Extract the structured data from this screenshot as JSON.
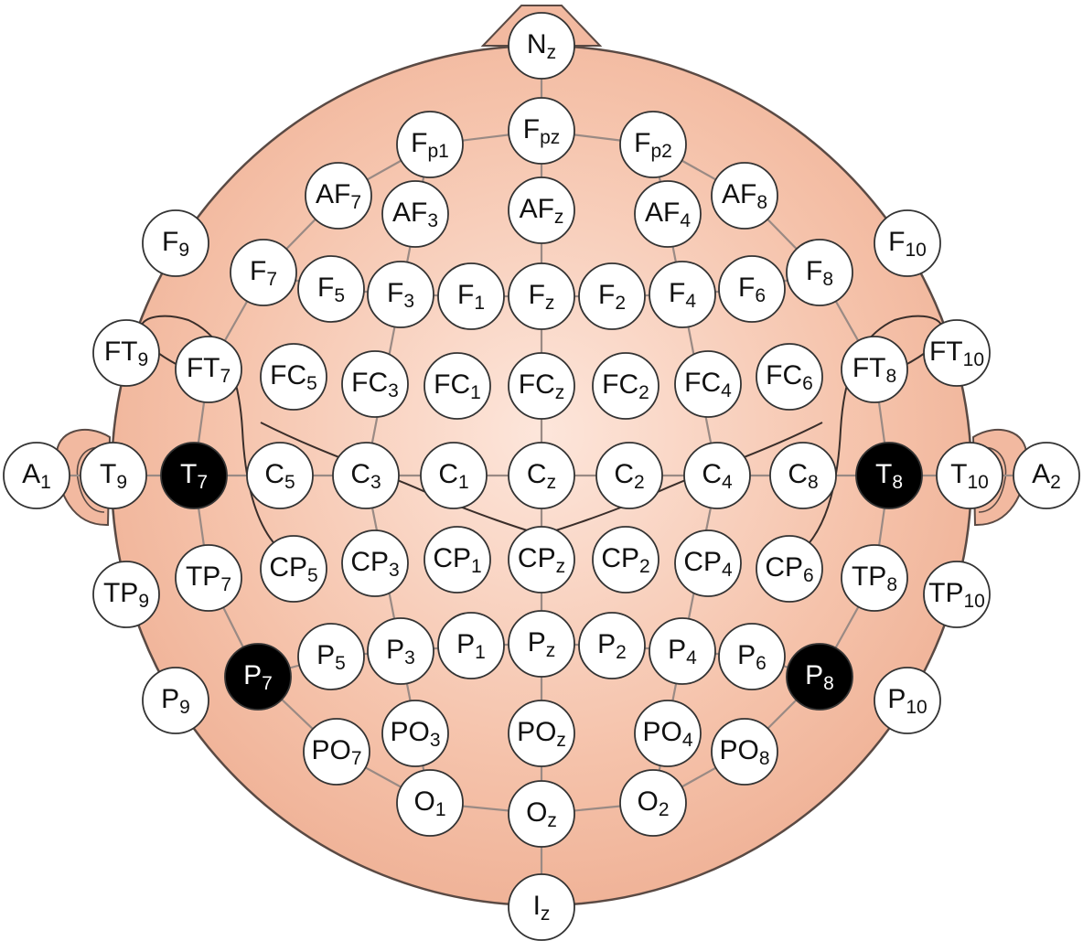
{
  "colors": {
    "head_fill": "#f2b9a0",
    "head_center": "#fde6db",
    "head_stroke": "#5a4a44",
    "line": "#9a8a84",
    "electrode_fill": "#ffffff",
    "electrode_stroke": "#333333",
    "highlight_fill": "#000000",
    "highlight_text": "#ffffff",
    "text": "#111111"
  },
  "electrodes": [
    {
      "id": "Nz",
      "main": "N",
      "sub": "z",
      "highlight": false
    },
    {
      "id": "Fpz",
      "main": "F",
      "sub": "pz",
      "highlight": false
    },
    {
      "id": "Fp1",
      "main": "F",
      "sub": "p1",
      "highlight": false
    },
    {
      "id": "Fp2",
      "main": "F",
      "sub": "p2",
      "highlight": false
    },
    {
      "id": "AF7",
      "main": "AF",
      "sub": "7",
      "highlight": false
    },
    {
      "id": "AF3",
      "main": "AF",
      "sub": "3",
      "highlight": false
    },
    {
      "id": "AFz",
      "main": "AF",
      "sub": "z",
      "highlight": false
    },
    {
      "id": "AF4",
      "main": "AF",
      "sub": "4",
      "highlight": false
    },
    {
      "id": "AF8",
      "main": "AF",
      "sub": "8",
      "highlight": false
    },
    {
      "id": "F9",
      "main": "F",
      "sub": "9",
      "highlight": false
    },
    {
      "id": "F7",
      "main": "F",
      "sub": "7",
      "highlight": false
    },
    {
      "id": "F5",
      "main": "F",
      "sub": "5",
      "highlight": false
    },
    {
      "id": "F3",
      "main": "F",
      "sub": "3",
      "highlight": false
    },
    {
      "id": "F1",
      "main": "F",
      "sub": "1",
      "highlight": false
    },
    {
      "id": "Fz",
      "main": "F",
      "sub": "z",
      "highlight": false
    },
    {
      "id": "F2",
      "main": "F",
      "sub": "2",
      "highlight": false
    },
    {
      "id": "F4",
      "main": "F",
      "sub": "4",
      "highlight": false
    },
    {
      "id": "F6",
      "main": "F",
      "sub": "6",
      "highlight": false
    },
    {
      "id": "F8",
      "main": "F",
      "sub": "8",
      "highlight": false
    },
    {
      "id": "F10",
      "main": "F",
      "sub": "10",
      "highlight": false
    },
    {
      "id": "FT9",
      "main": "FT",
      "sub": "9",
      "highlight": false
    },
    {
      "id": "FT7",
      "main": "FT",
      "sub": "7",
      "highlight": false
    },
    {
      "id": "FC5",
      "main": "FC",
      "sub": "5",
      "highlight": false
    },
    {
      "id": "FC3",
      "main": "FC",
      "sub": "3",
      "highlight": false
    },
    {
      "id": "FC1",
      "main": "FC",
      "sub": "1",
      "highlight": false
    },
    {
      "id": "FCz",
      "main": "FC",
      "sub": "z",
      "highlight": false
    },
    {
      "id": "FC2",
      "main": "FC",
      "sub": "2",
      "highlight": false
    },
    {
      "id": "FC4",
      "main": "FC",
      "sub": "4",
      "highlight": false
    },
    {
      "id": "FC6",
      "main": "FC",
      "sub": "6",
      "highlight": false
    },
    {
      "id": "FT8",
      "main": "FT",
      "sub": "8",
      "highlight": false
    },
    {
      "id": "FT10",
      "main": "FT",
      "sub": "10",
      "highlight": false
    },
    {
      "id": "A1",
      "main": "A",
      "sub": "1",
      "highlight": false
    },
    {
      "id": "T9",
      "main": "T",
      "sub": "9",
      "highlight": false
    },
    {
      "id": "T7",
      "main": "T",
      "sub": "7",
      "highlight": true
    },
    {
      "id": "C5",
      "main": "C",
      "sub": "5",
      "highlight": false
    },
    {
      "id": "C3",
      "main": "C",
      "sub": "3",
      "highlight": false
    },
    {
      "id": "C1",
      "main": "C",
      "sub": "1",
      "highlight": false
    },
    {
      "id": "Cz",
      "main": "C",
      "sub": "z",
      "highlight": false
    },
    {
      "id": "C2",
      "main": "C",
      "sub": "2",
      "highlight": false
    },
    {
      "id": "C4",
      "main": "C",
      "sub": "4",
      "highlight": false
    },
    {
      "id": "C8",
      "main": "C",
      "sub": "8",
      "highlight": false
    },
    {
      "id": "T8",
      "main": "T",
      "sub": "8",
      "highlight": true
    },
    {
      "id": "T10",
      "main": "T",
      "sub": "10",
      "highlight": false
    },
    {
      "id": "A2",
      "main": "A",
      "sub": "2",
      "highlight": false
    },
    {
      "id": "TP9",
      "main": "TP",
      "sub": "9",
      "highlight": false
    },
    {
      "id": "TP7",
      "main": "TP",
      "sub": "7",
      "highlight": false
    },
    {
      "id": "CP5",
      "main": "CP",
      "sub": "5",
      "highlight": false
    },
    {
      "id": "CP3",
      "main": "CP",
      "sub": "3",
      "highlight": false
    },
    {
      "id": "CP1",
      "main": "CP",
      "sub": "1",
      "highlight": false
    },
    {
      "id": "CPz",
      "main": "CP",
      "sub": "z",
      "highlight": false
    },
    {
      "id": "CP2",
      "main": "CP",
      "sub": "2",
      "highlight": false
    },
    {
      "id": "CP4",
      "main": "CP",
      "sub": "4",
      "highlight": false
    },
    {
      "id": "CP6",
      "main": "CP",
      "sub": "6",
      "highlight": false
    },
    {
      "id": "TP8",
      "main": "TP",
      "sub": "8",
      "highlight": false
    },
    {
      "id": "TP10",
      "main": "TP",
      "sub": "10",
      "highlight": false
    },
    {
      "id": "P7",
      "main": "P",
      "sub": "7",
      "highlight": true
    },
    {
      "id": "P5",
      "main": "P",
      "sub": "5",
      "highlight": false
    },
    {
      "id": "P3",
      "main": "P",
      "sub": "3",
      "highlight": false
    },
    {
      "id": "P1",
      "main": "P",
      "sub": "1",
      "highlight": false
    },
    {
      "id": "Pz",
      "main": "P",
      "sub": "z",
      "highlight": false
    },
    {
      "id": "P2",
      "main": "P",
      "sub": "2",
      "highlight": false
    },
    {
      "id": "P4",
      "main": "P",
      "sub": "4",
      "highlight": false
    },
    {
      "id": "P6",
      "main": "P",
      "sub": "6",
      "highlight": false
    },
    {
      "id": "P8",
      "main": "P",
      "sub": "8",
      "highlight": true
    },
    {
      "id": "P9",
      "main": "P",
      "sub": "9",
      "highlight": false
    },
    {
      "id": "P10",
      "main": "P",
      "sub": "10",
      "highlight": false
    },
    {
      "id": "PO7",
      "main": "PO",
      "sub": "7",
      "highlight": false
    },
    {
      "id": "PO3",
      "main": "PO",
      "sub": "3",
      "highlight": false
    },
    {
      "id": "POz",
      "main": "PO",
      "sub": "z",
      "highlight": false
    },
    {
      "id": "PO4",
      "main": "PO",
      "sub": "4",
      "highlight": false
    },
    {
      "id": "PO8",
      "main": "PO",
      "sub": "8",
      "highlight": false
    },
    {
      "id": "O1",
      "main": "O",
      "sub": "1",
      "highlight": false
    },
    {
      "id": "Oz",
      "main": "O",
      "sub": "z",
      "highlight": false
    },
    {
      "id": "O2",
      "main": "O",
      "sub": "2",
      "highlight": false
    },
    {
      "id": "Iz",
      "main": "I",
      "sub": "z",
      "highlight": false
    }
  ]
}
